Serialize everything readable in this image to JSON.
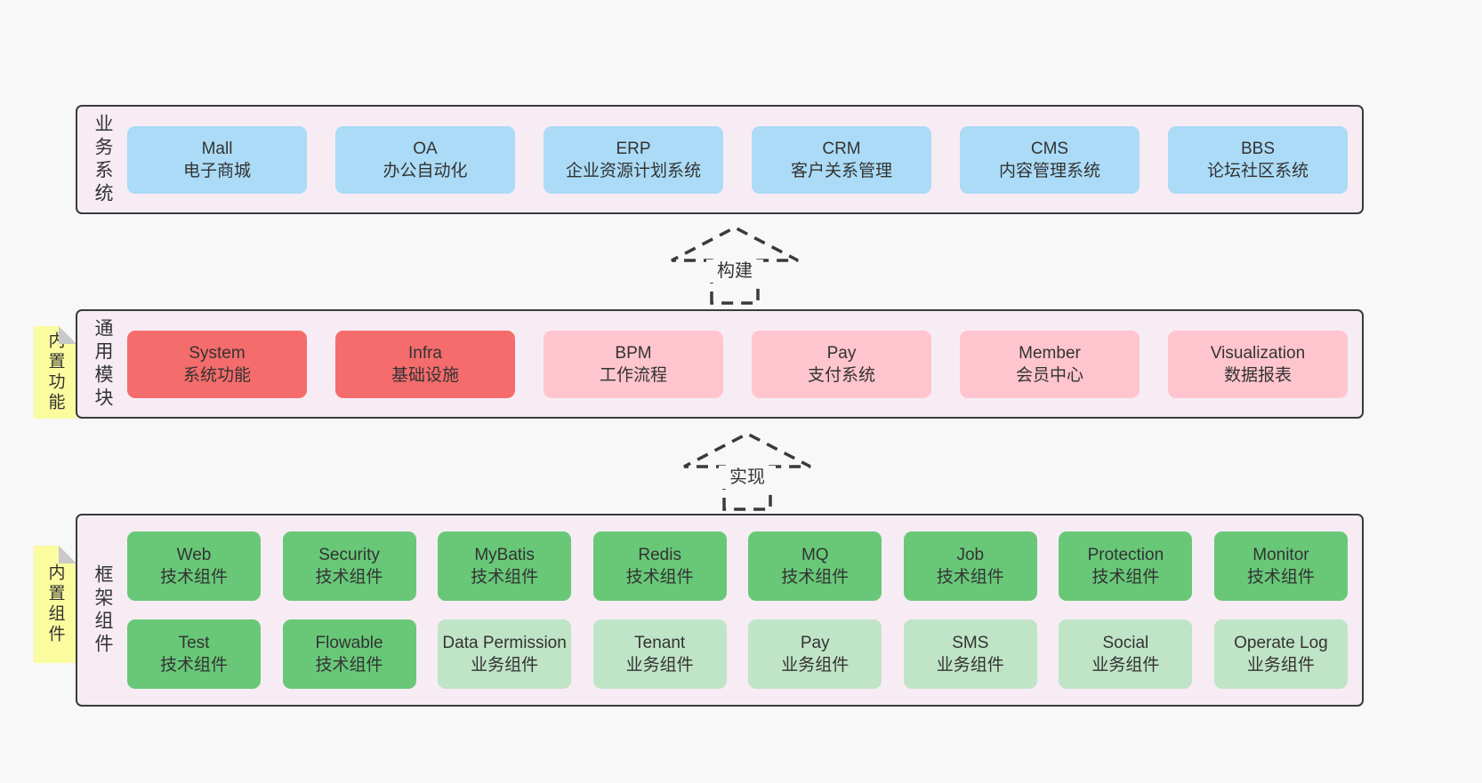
{
  "colors": {
    "page-bg": "#f8f8f8",
    "panel-bg": "#f7ecf4",
    "panel-border": "#3b3b3b",
    "text": "#333333",
    "blue": "#abdbf6",
    "red": "#f56c6c",
    "pink": "#ffc5ce",
    "green": "#68c878",
    "light-green": "#c0e4c6",
    "note-yellow": "#fbfb9f",
    "note-fold": "#c9c9c9",
    "arrow": "#3a3a3a"
  },
  "layers": [
    {
      "label": "业务系统",
      "note": null,
      "rows": [
        [
          {
            "title": "Mall",
            "subtitle": "电子商城",
            "variant": "blue"
          },
          {
            "title": "OA",
            "subtitle": "办公自动化",
            "variant": "blue"
          },
          {
            "title": "ERP",
            "subtitle": "企业资源计划系统",
            "variant": "blue"
          },
          {
            "title": "CRM",
            "subtitle": "客户关系管理",
            "variant": "blue"
          },
          {
            "title": "CMS",
            "subtitle": "内容管理系统",
            "variant": "blue"
          },
          {
            "title": "BBS",
            "subtitle": "论坛社区系统",
            "variant": "blue"
          }
        ]
      ]
    },
    {
      "label": "通用模块",
      "note": "内置功能",
      "rows": [
        [
          {
            "title": "System",
            "subtitle": "系统功能",
            "variant": "red"
          },
          {
            "title": "Infra",
            "subtitle": "基础设施",
            "variant": "red"
          },
          {
            "title": "BPM",
            "subtitle": "工作流程",
            "variant": "pink"
          },
          {
            "title": "Pay",
            "subtitle": "支付系统",
            "variant": "pink"
          },
          {
            "title": "Member",
            "subtitle": "会员中心",
            "variant": "pink"
          },
          {
            "title": "Visualization",
            "subtitle": "数据报表",
            "variant": "pink"
          }
        ]
      ]
    },
    {
      "label": "框架组件",
      "note": "内置组件",
      "rows": [
        [
          {
            "title": "Web",
            "subtitle": "技术组件",
            "variant": "green"
          },
          {
            "title": "Security",
            "subtitle": "技术组件",
            "variant": "green"
          },
          {
            "title": "MyBatis",
            "subtitle": "技术组件",
            "variant": "green"
          },
          {
            "title": "Redis",
            "subtitle": "技术组件",
            "variant": "green"
          },
          {
            "title": "MQ",
            "subtitle": "技术组件",
            "variant": "green"
          },
          {
            "title": "Job",
            "subtitle": "技术组件",
            "variant": "green"
          },
          {
            "title": "Protection",
            "subtitle": "技术组件",
            "variant": "green"
          },
          {
            "title": "Monitor",
            "subtitle": "技术组件",
            "variant": "green"
          }
        ],
        [
          {
            "title": "Test",
            "subtitle": "技术组件",
            "variant": "green"
          },
          {
            "title": "Flowable",
            "subtitle": "技术组件",
            "variant": "green"
          },
          {
            "title": "Data Permission",
            "subtitle": "业务组件",
            "variant": "light-green"
          },
          {
            "title": "Tenant",
            "subtitle": "业务组件",
            "variant": "light-green"
          },
          {
            "title": "Pay",
            "subtitle": "业务组件",
            "variant": "light-green"
          },
          {
            "title": "SMS",
            "subtitle": "业务组件",
            "variant": "light-green"
          },
          {
            "title": "Social",
            "subtitle": "业务组件",
            "variant": "light-green"
          },
          {
            "title": "Operate Log",
            "subtitle": "业务组件",
            "variant": "light-green"
          }
        ]
      ]
    }
  ],
  "arrows": [
    {
      "label": "构建"
    },
    {
      "label": "实现"
    }
  ]
}
